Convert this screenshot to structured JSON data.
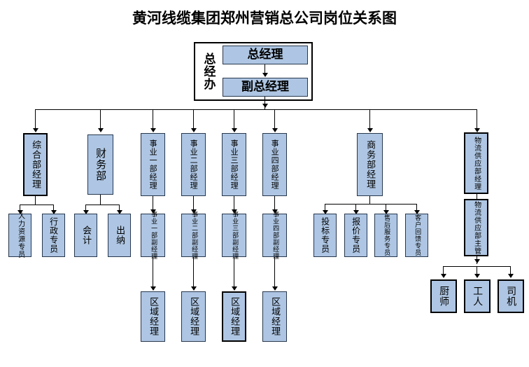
{
  "title": "黄河线缆集团郑州营销总公司岗位关系图",
  "colors": {
    "node_fill": "#aec6e3",
    "node_border": "#27374d",
    "emphasis_border": "#000000",
    "page_background": "#ffffff",
    "connector": "#000000"
  },
  "chart_data": {
    "type": "diagram",
    "diagram_type": "organization-chart",
    "title": "黄河线缆集团郑州营销总公司岗位关系图",
    "nodes": [
      {
        "id": "gm_office",
        "label": "总经办",
        "level": 0,
        "style": "plain-container"
      },
      {
        "id": "gm",
        "label": "总经理",
        "level": 1,
        "parent": "gm_office"
      },
      {
        "id": "deputy_gm",
        "label": "副总经理",
        "level": 2,
        "parent": "gm"
      },
      {
        "id": "general_dept_mgr",
        "label": "综合部经理",
        "level": 3,
        "parent": "deputy_gm",
        "emphasis": true
      },
      {
        "id": "hr_officer",
        "label": "人力资源专员",
        "level": 4,
        "parent": "general_dept_mgr"
      },
      {
        "id": "admin_officer",
        "label": "行政专员",
        "level": 4,
        "parent": "general_dept_mgr"
      },
      {
        "id": "finance_dept",
        "label": "财务部",
        "level": 3,
        "parent": "deputy_gm"
      },
      {
        "id": "accountant",
        "label": "会计",
        "level": 4,
        "parent": "finance_dept"
      },
      {
        "id": "cashier",
        "label": "出纳",
        "level": 4,
        "parent": "finance_dept"
      },
      {
        "id": "div1_mgr",
        "label": "事业一部经理",
        "level": 3,
        "parent": "deputy_gm"
      },
      {
        "id": "div1_deputy",
        "label": "事业一部副经理",
        "level": 4,
        "parent": "div1_mgr"
      },
      {
        "id": "div1_region",
        "label": "区域经理",
        "level": 5,
        "parent": "div1_deputy"
      },
      {
        "id": "div2_mgr",
        "label": "事业二部经理",
        "level": 3,
        "parent": "deputy_gm"
      },
      {
        "id": "div2_deputy",
        "label": "事业二部副经理",
        "level": 4,
        "parent": "div2_mgr"
      },
      {
        "id": "div2_region",
        "label": "区域经理",
        "level": 5,
        "parent": "div2_deputy"
      },
      {
        "id": "div3_mgr",
        "label": "事业三部经理",
        "level": 3,
        "parent": "deputy_gm"
      },
      {
        "id": "div3_deputy",
        "label": "事业三部副经理",
        "level": 4,
        "parent": "div3_mgr"
      },
      {
        "id": "div3_region",
        "label": "区域经理",
        "level": 5,
        "parent": "div3_deputy"
      },
      {
        "id": "div4_mgr",
        "label": "事业四部经理",
        "level": 3,
        "parent": "deputy_gm"
      },
      {
        "id": "div4_deputy",
        "label": "事业四部副经理",
        "level": 4,
        "parent": "div4_mgr"
      },
      {
        "id": "div4_region",
        "label": "区域经理",
        "level": 5,
        "parent": "div4_deputy"
      },
      {
        "id": "business_mgr",
        "label": "商务部经理",
        "level": 3,
        "parent": "deputy_gm"
      },
      {
        "id": "bid_officer",
        "label": "投标专员",
        "level": 4,
        "parent": "business_mgr"
      },
      {
        "id": "quote_officer",
        "label": "报价专员",
        "level": 4,
        "parent": "business_mgr"
      },
      {
        "id": "aftersales_officer",
        "label": "售后服务专员",
        "level": 4,
        "parent": "business_mgr"
      },
      {
        "id": "feedback_officer",
        "label": "客户回馈专员",
        "level": 4,
        "parent": "business_mgr"
      },
      {
        "id": "logistics_mgr",
        "label": "物流供应部经理",
        "level": 3,
        "parent": "deputy_gm"
      },
      {
        "id": "logistics_sup",
        "label": "物流供应部主管",
        "level": 4,
        "parent": "logistics_mgr"
      },
      {
        "id": "cook",
        "label": "厨师",
        "level": 5,
        "parent": "logistics_sup"
      },
      {
        "id": "worker",
        "label": "工人",
        "level": 5,
        "parent": "logistics_sup"
      },
      {
        "id": "driver",
        "label": "司机",
        "level": 5,
        "parent": "logistics_sup"
      }
    ]
  },
  "nodes": {
    "gm_office": "总经办",
    "gm": "总经理",
    "deputy_gm": "副总经理",
    "general_dept_mgr": "综合部经理",
    "hr_officer": "人力资源专员",
    "admin_officer": "行政专员",
    "finance_dept": "财务部",
    "accountant": "会计",
    "cashier": "出纳",
    "div1_mgr": "事业一部经理",
    "div1_deputy": "事业一部副经理",
    "div1_region": "区域经理",
    "div2_mgr": "事业二部经理",
    "div2_deputy": "事业二部副经理",
    "div2_region": "区域经理",
    "div3_mgr": "事业三部经理",
    "div3_deputy": "事业三部副经理",
    "div3_region": "区域经理",
    "div4_mgr": "事业四部经理",
    "div4_deputy": "事业四部副经理",
    "div4_region": "区域经理",
    "business_mgr": "商务部经理",
    "bid_officer": "投标专员",
    "quote_officer": "报价专员",
    "aftersales_officer": "售后服务专员",
    "feedback_officer": "客户回馈专员",
    "logistics_mgr": "物流供应部经理",
    "logistics_sup": "物流供应部主管",
    "cook": "厨师",
    "worker": "工人",
    "driver": "司机"
  }
}
